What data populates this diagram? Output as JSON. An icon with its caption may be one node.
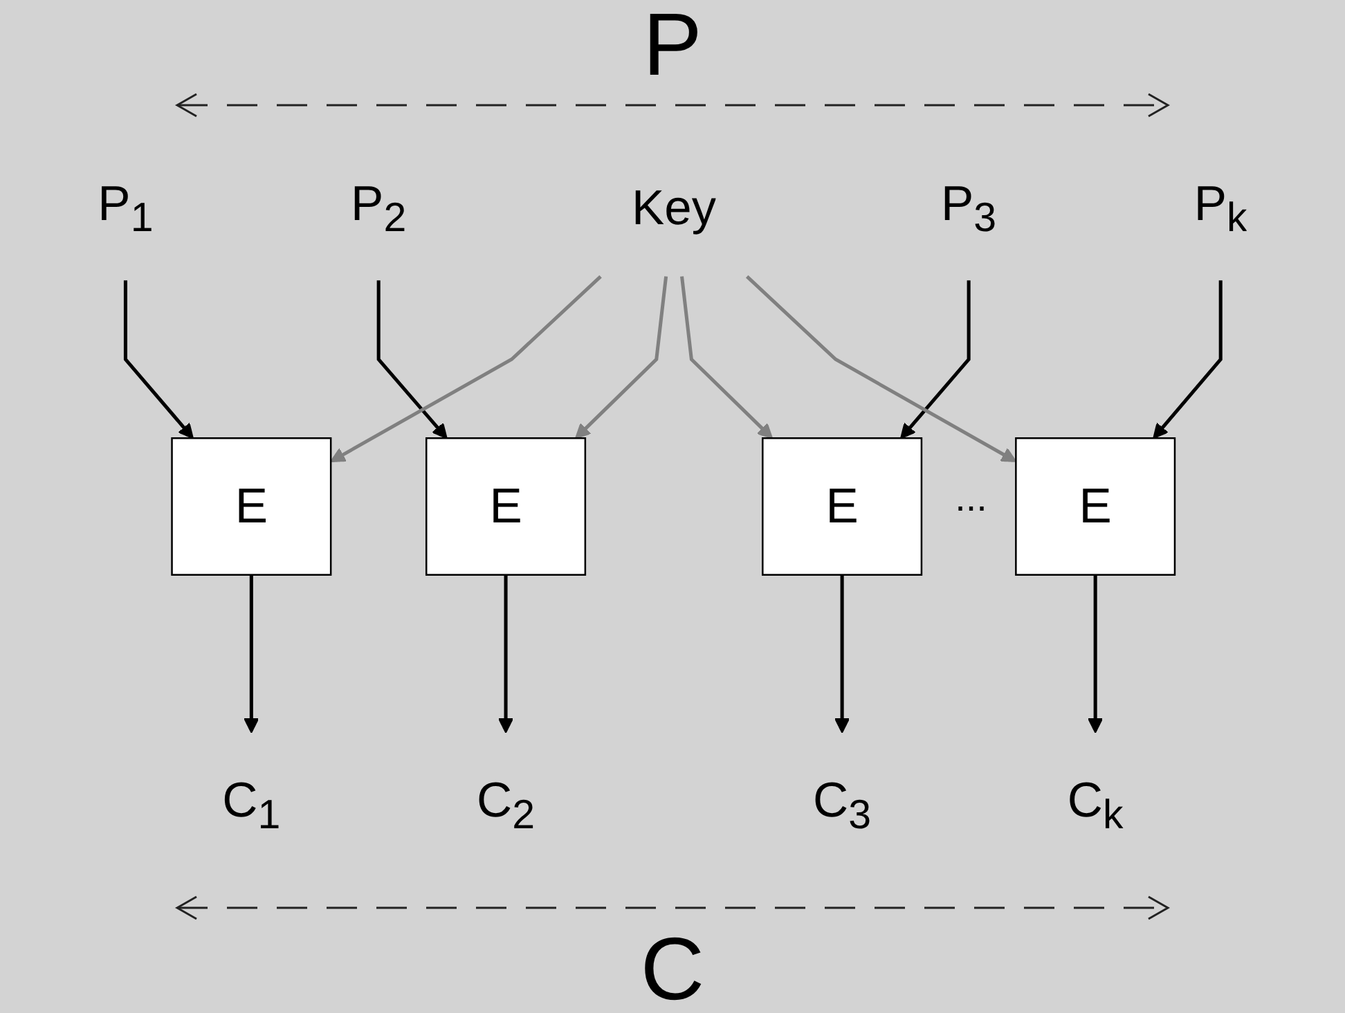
{
  "diagram": {
    "nodes": [
      {
        "text": [
          "P$_{1}$"
        ]
      },
      {
        "text": [
          "P$_{2}$"
        ]
      },
      {
        "text": [
          "P$_{3}$"
        ]
      },
      {
        "text": [
          "P$_{k}$"
        ]
      },
      {
        "text": [
          "E"
        ]
      },
      {
        "text": [
          "E"
        ]
      },
      {
        "text": [
          "E"
        ]
      },
      {
        "text": [
          "E"
        ]
      },
      {
        "text": [
          "C$_{1}$"
        ]
      },
      {
        "text": [
          "C$_{2}$"
        ]
      },
      {
        "text": [
          "C$_{3}$"
        ]
      },
      {
        "text": [
          "C$_{k}$"
        ]
      },
      {
        "text": [
          "Key"
        ]
      }
    ],
    "edges": [
      {
        "from": 0,
        "to": 4,
        "arrow": "to"
      },
      {
        "from": 1,
        "to": 5,
        "arrow": "to"
      },
      {
        "from": 2,
        "to": 6,
        "arrow": "to"
      },
      {
        "from": 3,
        "to": 7,
        "arrow": "to"
      },
      {
        "from": 4,
        "to": 8,
        "arrow": "to"
      },
      {
        "from": 5,
        "to": 9,
        "arrow": "to"
      },
      {
        "from": 6,
        "to": 10,
        "arrow": "to"
      },
      {
        "from": 7,
        "to": 11,
        "arrow": "to"
      },
      {
        "from": 12,
        "to": 4,
        "arrow": "to",
        "color": "#808080"
      },
      {
        "from": 12,
        "to": 5,
        "arrow": "to",
        "color": "#808080"
      },
      {
        "from": 12,
        "to": 6,
        "arrow": "to",
        "color": "#808080"
      },
      {
        "from": 12,
        "to": 7,
        "arrow": "to",
        "color": "#808080"
      }
    ],
    "labels": [
      "P",
      "...",
      "C"
    ]
  }
}
